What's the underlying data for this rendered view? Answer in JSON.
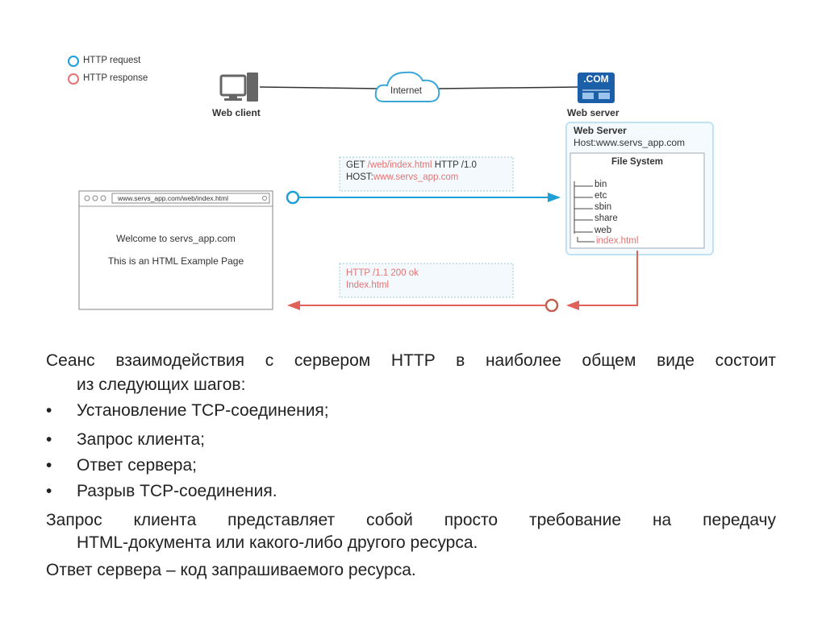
{
  "legend": {
    "request": "HTTP request",
    "response": "HTTP response"
  },
  "client": {
    "label": "Web client"
  },
  "internet": {
    "label": "Internet"
  },
  "server": {
    "icon_text": ".COM",
    "label": "Web server",
    "box_title": "Web Server",
    "host": "Host:www.servs_app.com",
    "fs_title": "File System",
    "dirs": [
      "bin",
      "etc",
      "sbin",
      "share",
      "web"
    ],
    "file": "index.html"
  },
  "request": {
    "method": "GET",
    "path": "/web/index.html",
    "version": "HTTP /1.0",
    "host_label": "HOST:",
    "host_value": "www.servs_app.com"
  },
  "response": {
    "status": "HTTP /1.1 200 ok",
    "body": "Index.html"
  },
  "browser": {
    "url": "www.servs_app.com/web/index.html",
    "line1": "Welcome to servs_app.com",
    "line2": "This is an HTML Example Page"
  },
  "text": {
    "p1a": "Сеанс взаимодействия с сервером HTTP в наиболее общем виде состоит",
    "p1b": "из следующих шагов:",
    "bullets": [
      "Установление TCP-соединения;",
      "Запрос клиента;",
      "Ответ сервера;",
      "Разрыв TCP-соединения."
    ],
    "p2a": "Запрос клиента представляет собой просто требование на передачу",
    "p2b": "HTML-документа или какого-либо другого ресурса.",
    "p3": "Ответ сервера – код запрашиваемого ресурса."
  },
  "colors": {
    "request": "#1e9fd6",
    "response": "#e0605a",
    "server": "#1a5fa8"
  }
}
